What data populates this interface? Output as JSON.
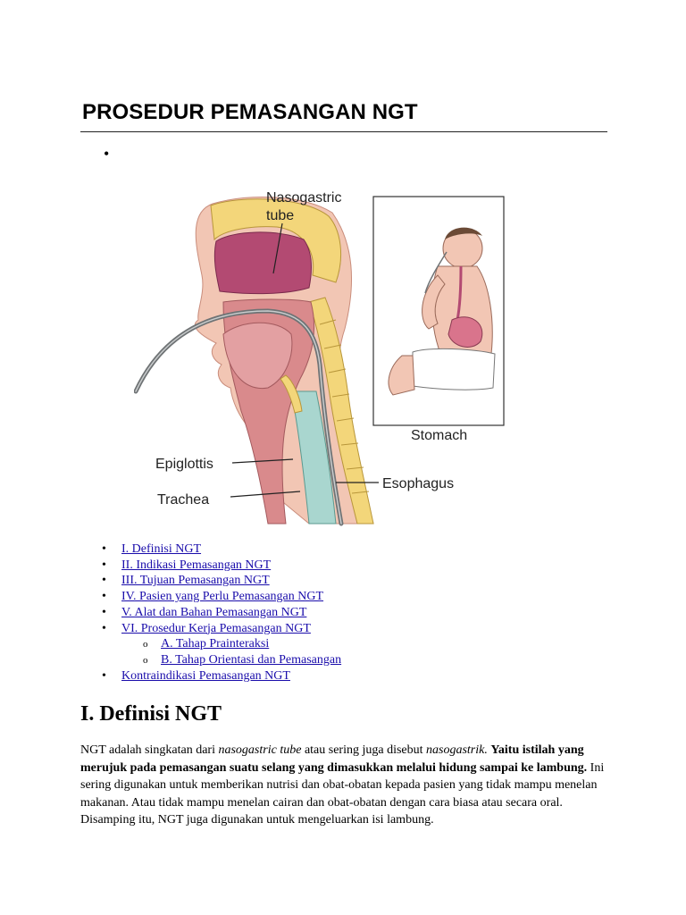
{
  "page": {
    "title": "PROSEDUR PEMASANGAN NGT"
  },
  "figure": {
    "labels": {
      "nasogastric": "Nasogastric",
      "tube": "tube",
      "epiglottis": "Epiglottis",
      "trachea": "Trachea",
      "esophagus": "Esophagus",
      "stomach": "Stomach"
    }
  },
  "toc": {
    "items": [
      "I. Definisi NGT",
      "II. Indikasi Pemasangan NGT",
      "III. Tujuan Pemasangan NGT",
      "IV. Pasien yang Perlu Pemasangan NGT",
      "V. Alat dan Bahan Pemasangan NGT",
      "VI. Prosedur Kerja Pemasangan NGT",
      "Kontraindikasi Pemasangan NGT"
    ],
    "subitems": [
      "A. Tahap Prainteraksi",
      "B. Tahap Orientasi dan Pemasangan"
    ]
  },
  "section1": {
    "heading": "I. Definisi NGT",
    "p_1": "NGT adalah singkatan dari ",
    "p_2": "nasogastric tube",
    "p_3": " atau sering juga disebut ",
    "p_4": "nasogastrik.",
    "p_5": " ",
    "p_6": "Yaitu istilah yang merujuk pada pemasangan suatu selang yang dimasukkan melalui hidung  sampai ke lambung.",
    "p_7": " Ini sering digunakan untuk memberikan nutrisi dan obat-obatan kepada pasien yang tidak mampu menelan makanan. Atau tidak mampu menelan cairan dan obat-obatan dengan cara biasa atau secara oral. Disamping itu, NGT juga digunakan untuk mengeluarkan isi lambung."
  },
  "colors": {
    "link": "#1a0dab",
    "skin": "#f2c6b4",
    "bone": "#f3d67a",
    "tissue": "#d98a8c",
    "cavity": "#b34a72",
    "trachea": "#a9d6cf",
    "tube": "#6f7375"
  }
}
